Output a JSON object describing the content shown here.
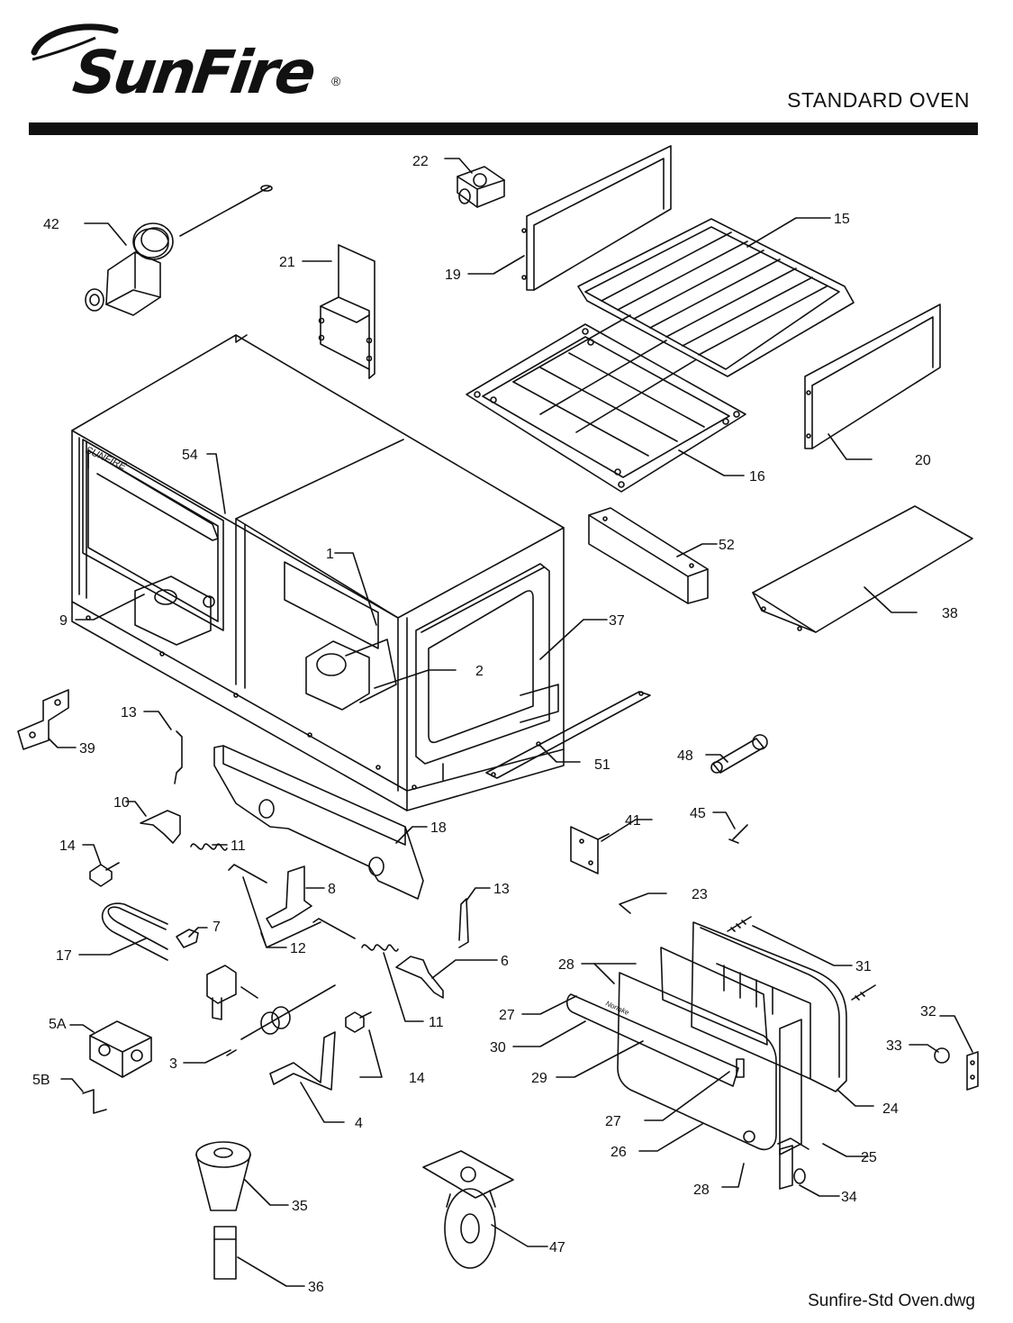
{
  "header": {
    "brand": "SunFire",
    "trademark": "®",
    "title": "STANDARD OVEN"
  },
  "footer": {
    "filename": "Sunfire-Std Oven.dwg"
  },
  "callouts": [
    "1",
    "2",
    "3",
    "4",
    "5A",
    "5B",
    "6",
    "7",
    "8",
    "9",
    "10",
    "11",
    "11",
    "12",
    "13",
    "13",
    "14",
    "14",
    "15",
    "16",
    "17",
    "18",
    "19",
    "20",
    "21",
    "22",
    "23",
    "24",
    "25",
    "26",
    "27",
    "27",
    "28",
    "28",
    "29",
    "30",
    "31",
    "32",
    "33",
    "34",
    "35",
    "36",
    "37",
    "38",
    "39",
    "41",
    "42",
    "45",
    "47",
    "48",
    "51",
    "52",
    "54"
  ]
}
